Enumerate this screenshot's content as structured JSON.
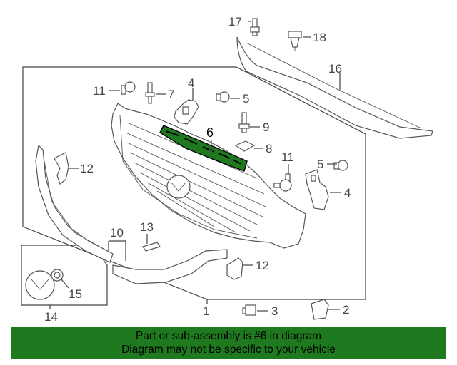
{
  "callouts": {
    "c1": "1",
    "c2": "2",
    "c3": "3",
    "c4a": "4",
    "c4b": "4",
    "c5a": "5",
    "c5b": "5",
    "c6": "6",
    "c7": "7",
    "c8": "8",
    "c9": "9",
    "c10": "10",
    "c11a": "11",
    "c11b": "11",
    "c12a": "12",
    "c12b": "12",
    "c13": "13",
    "c14": "14",
    "c15": "15",
    "c16": "16",
    "c17": "17",
    "c18": "18"
  },
  "banner": {
    "line1": "Part or sub-assembly is #6 in diagram",
    "line2": "Diagram may not be specific to your vehicle"
  },
  "colors": {
    "banner_bg": "#1f7a1f",
    "highlight_part": "#1f7a1f"
  }
}
